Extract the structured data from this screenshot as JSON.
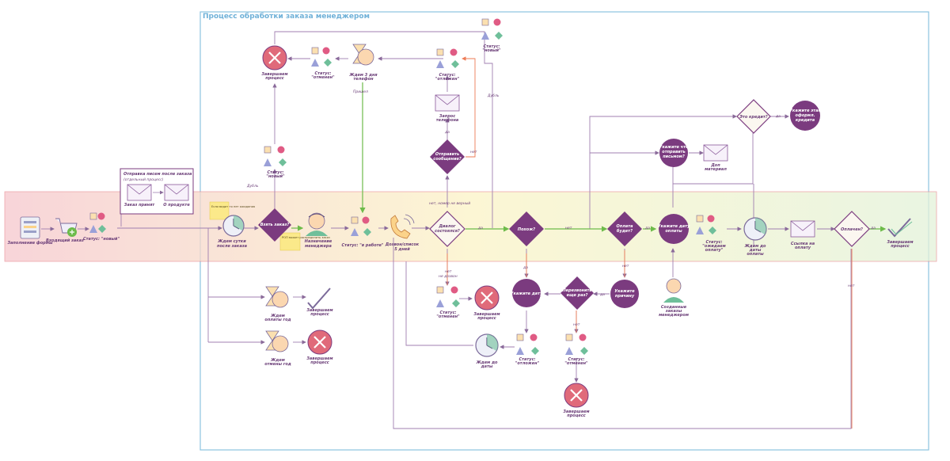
{
  "title": "Процесс обработки заказа менеджером",
  "side_box": {
    "header": "Отправка писем после заказа",
    "subheader": "(отдельный процесс)",
    "mail1": "Заказ принят",
    "mail2": "О продукте"
  },
  "notes": {
    "before_take": "Если видит то нет ожидания",
    "rop": "РОП может распределить заказ"
  },
  "nodes": {
    "form": "Заполнение формы",
    "incoming": "Входящий заказ",
    "status_new_1": "Статус: \"новый\"",
    "wait_day": "Ждем сутки после заказа",
    "take_order": "Взять заказ?",
    "assign_mgr": "Назначение менеджера",
    "status_work": "Статус: \"в работе\"",
    "call": "Дозвон/список 5 дней",
    "dialog": "Диалог состоялся?",
    "suits": "Похож?",
    "pay_will": "Оплата будет?",
    "pay_date": "Укажите дату оплаты",
    "status_wait_pay": "Статус: \"ожидаем оплату\"",
    "wait_pay_date": "Ждем до даты оплаты",
    "pay_link": "Ссылка на оплату",
    "paid": "Оплачен?",
    "end_ok": "Завершаем процесс",
    "wait_3days": "Ждем 3 дня телефон",
    "status_cancel_top": "Статус: \"отменен\"",
    "end_top": "Завершаем процесс",
    "status_new_top": "Статус: \"новый\"",
    "status_cancel_mid": "Статус: \"отложен\"",
    "request_phone": "Запрос телефона",
    "send_msg": "Отправить сообщение?",
    "status_new_2": "Статус: \"новый\"",
    "credit": "Это кредит?",
    "credit_stage": "Укажите этап оформл. кредита",
    "what_send": "Укажите что отправить письмом?",
    "more_material": "Доп материал",
    "cancel_reason": "Укажите причину",
    "call_again": "Перезвонить еще раз?",
    "set_date": "Укажите дату",
    "status_delay": "Статус: \"отложен\"",
    "wait_to_date": "Ждем до даты",
    "status_cancel_low": "Статус: \"отменен\"",
    "end_low": "Завершаем процесс",
    "status_cancel_left": "Статус: \"отменен\"",
    "end_left": "Завершаем процесс",
    "wait_year_pay": "Ждем оплаты год",
    "end_year_pay": "Завершаем процесс",
    "wait_year_cancel": "Ждем отмены год",
    "end_year_cancel": "Завершаем процесс",
    "mgr_created": "Созданные заказы менеджером"
  },
  "edges": {
    "yes": "да",
    "no": "нет",
    "dup": "Дубль",
    "arrived": "Пришел",
    "no_answer": "нет, номер не верный",
    "no_reach": "не дозвон"
  },
  "colors": {
    "purple": "#7b3b7f",
    "lane_red": "#f3a3a6",
    "lane_yellow": "#fbf3c2",
    "lane_green": "#d7eed4",
    "flow_green": "#6dbb4a",
    "flow_orange": "#ee7b55",
    "pool_blue": "#8cc3e0"
  }
}
